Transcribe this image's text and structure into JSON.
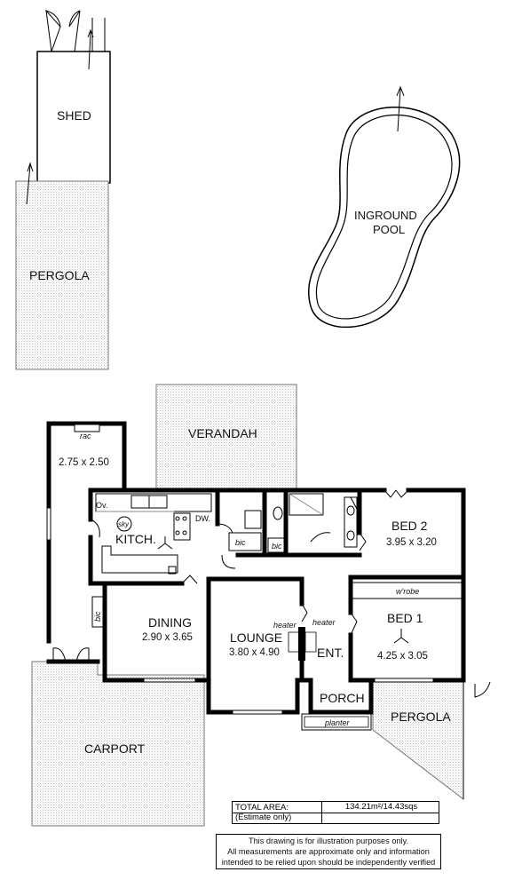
{
  "rooms": {
    "shed": "SHED",
    "pergola_top": "PERGOLA",
    "pool_line1": "INGROUND",
    "pool_line2": "POOL",
    "verandah": "VERANDAH",
    "rac": "rac",
    "room_dims": "2.75 x 2.50",
    "oven": "Ov.",
    "sky": "sky",
    "dishwasher": "DW.",
    "kitchen": "KITCH.",
    "bic_laundry": "bic",
    "bic_bath": "bic",
    "bic_side": "bic",
    "bed2": "BED 2",
    "bed2_dims": "3.95 x 3.20",
    "wrobe": "w'robe",
    "bed1": "BED 1",
    "bed1_dims": "4.25 x 3.05",
    "dining": "DINING",
    "dining_dims": "2.90 x 3.65",
    "lounge": "LOUNGE",
    "lounge_dims": "3.80 x 4.90",
    "heater1": "heater",
    "heater2": "heater",
    "entry": "ENT.",
    "porch": "PORCH",
    "planter": "planter",
    "pergola_bottom": "PERGOLA",
    "carport": "CARPORT"
  },
  "total_area": {
    "label_line1": "TOTAL AREA:",
    "label_line2": "(Estimate only)",
    "value": "134.21m²/14.43sqs"
  },
  "disclaimer": {
    "line1": "This drawing is for illustration purposes only.",
    "line2": "All measurements are approximate only and information",
    "line3": "intended to be relied upon should be independently verified"
  }
}
